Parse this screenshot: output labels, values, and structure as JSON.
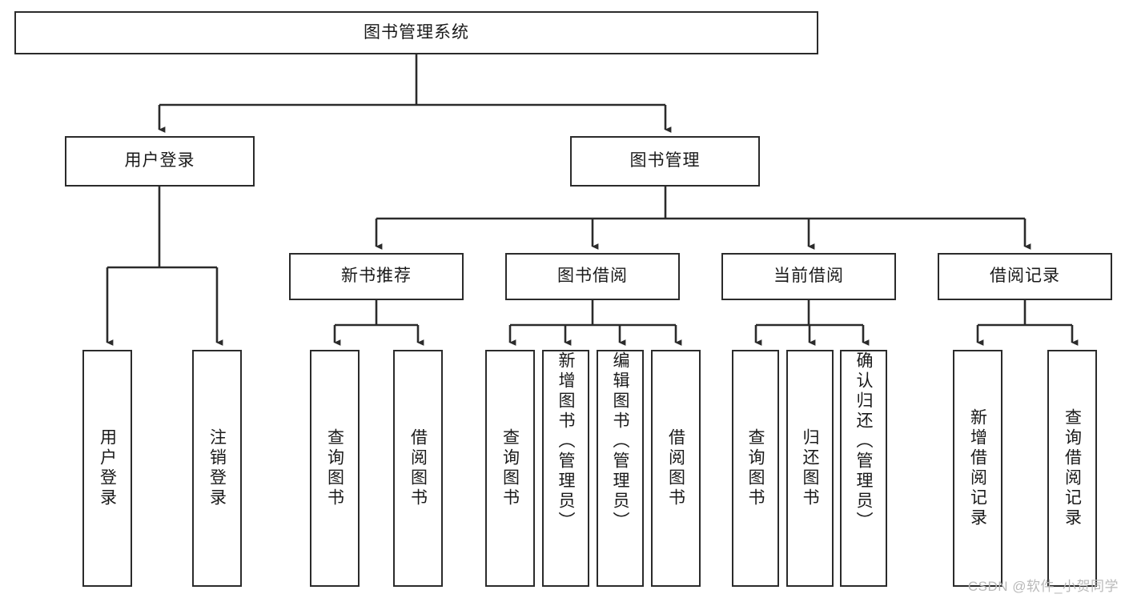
{
  "diagram": {
    "title": "图书管理系统",
    "type": "hierarchy-tree",
    "root": {
      "id": "root",
      "label": "图书管理系统"
    },
    "level2": [
      {
        "id": "user-login",
        "label": "用户登录"
      },
      {
        "id": "book-management",
        "label": "图书管理"
      }
    ],
    "level3": [
      {
        "id": "new-book-recommend",
        "label": "新书推荐"
      },
      {
        "id": "book-borrow",
        "label": "图书借阅"
      },
      {
        "id": "current-borrow",
        "label": "当前借阅"
      },
      {
        "id": "borrow-record",
        "label": "借阅记录"
      }
    ],
    "leaves": {
      "user_login": [
        {
          "id": "leaf-user-login",
          "label": "用户登录"
        },
        {
          "id": "leaf-logout-login",
          "label": "注销登录"
        }
      ],
      "new_book_recommend": [
        {
          "id": "leaf-query-book-1",
          "label": "查询图书"
        },
        {
          "id": "leaf-borrow-book-1",
          "label": "借阅图书"
        }
      ],
      "book_borrow": [
        {
          "id": "leaf-query-book-2",
          "label": "查询图书"
        },
        {
          "id": "leaf-add-book-admin",
          "label": "新增图书（管理员）"
        },
        {
          "id": "leaf-edit-book-admin",
          "label": "编辑图书（管理员）"
        },
        {
          "id": "leaf-borrow-book-2",
          "label": "借阅图书"
        }
      ],
      "current_borrow": [
        {
          "id": "leaf-query-book-3",
          "label": "查询图书"
        },
        {
          "id": "leaf-return-book",
          "label": "归还图书"
        },
        {
          "id": "leaf-confirm-return-admin",
          "label": "确认归还（管理员）"
        }
      ],
      "borrow_record": [
        {
          "id": "leaf-add-borrow-record",
          "label": "新增借阅记录"
        },
        {
          "id": "leaf-query-borrow-record",
          "label": "查询借阅记录"
        }
      ]
    }
  },
  "watermark": {
    "text": "CSDN @软件_小贺同学"
  },
  "colors": {
    "stroke": "#2b2b2b",
    "background": "#ffffff",
    "text": "#1a1a1a",
    "watermark": "#b9b9b9"
  }
}
